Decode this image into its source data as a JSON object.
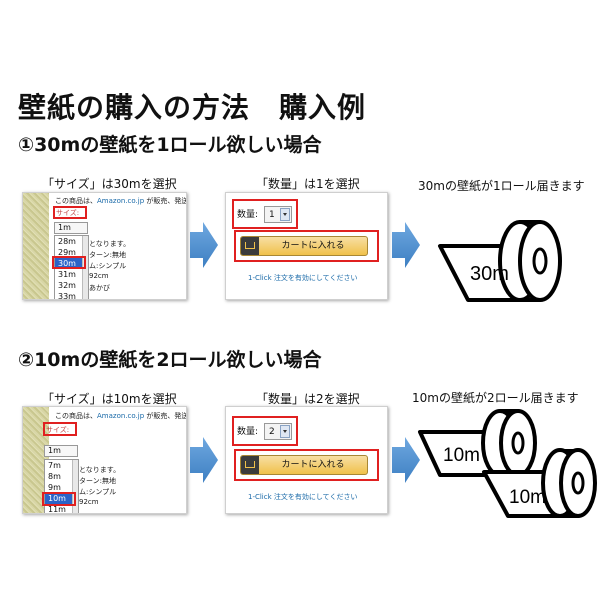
{
  "title": "壁紙の購入の方法　購入例",
  "examples": [
    {
      "heading": "①30mの壁紙を1ロール欲しい場合",
      "size_caption": "「サイズ」は30mを選択",
      "qty_caption": "「数量」は1を選択",
      "result_caption": "30mの壁紙が1ロール届きます",
      "seller_line": [
        "この商品は、",
        "Amazon.co.jp",
        " が販売、発送し"
      ],
      "size_label": "サイズ:",
      "size_current": "1m",
      "size_options": [
        "28m",
        "29m",
        "30m",
        "31m",
        "32m",
        "33m"
      ],
      "size_selected_index": 2,
      "partial_lines": [
        "となります。",
        "ターン:無地",
        "ム:シンプル",
        "92cm",
        "あかび"
      ],
      "qty_label": "数量:",
      "qty_value": "1",
      "cart_label": "カートに入れる",
      "oneclick_text": "1-Click 注文を有効にしてください",
      "roll_labels": [
        "30m"
      ]
    },
    {
      "heading": "②10mの壁紙を2ロール欲しい場合",
      "size_caption": "「サイズ」は10mを選択",
      "qty_caption": "「数量」は2を選択",
      "result_caption": "10mの壁紙が2ロール届きます",
      "seller_line": [
        "この商品は、",
        "Amazon.co.jp",
        " が販売、発送"
      ],
      "size_label": "サイズ:",
      "size_current": "1m",
      "size_options": [
        "7m",
        "8m",
        "9m",
        "10m",
        "11m"
      ],
      "size_selected_index": 3,
      "partial_lines": [
        "となります。",
        "ターン:無地",
        "ム:シンプル",
        "92cm"
      ],
      "qty_label": "数量:",
      "qty_value": "2",
      "cart_label": "カートに入れる",
      "oneclick_text": "1-Click 注文を有効にしてください",
      "roll_labels": [
        "10m",
        "10m"
      ]
    }
  ],
  "colors": {
    "highlight": "#e02020",
    "arrow": "#4a90d0",
    "selected": "#2b63c8",
    "link": "#1a6aa8"
  },
  "icons": [
    "right-arrow-icon",
    "cart-icon",
    "dropdown-arrow-icon",
    "wallpaper-roll-icon"
  ]
}
